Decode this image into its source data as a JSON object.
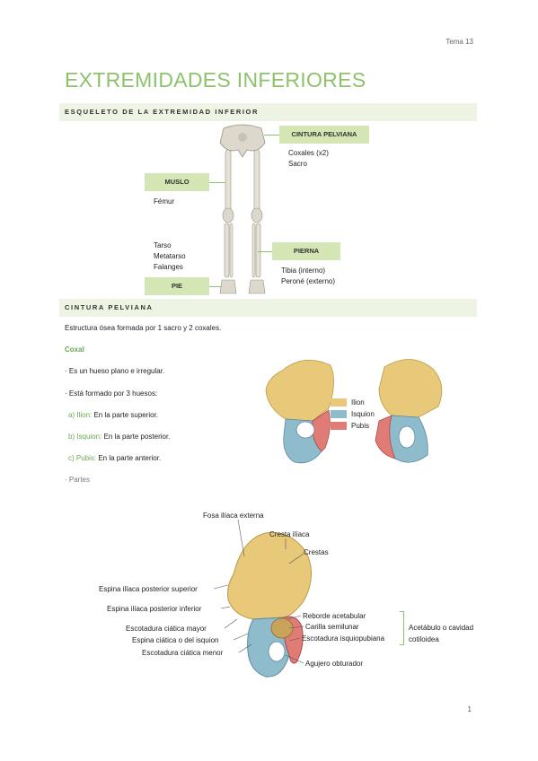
{
  "header": {
    "tema": "Tema 13"
  },
  "title": "EXTREMIDADES INFERIORES",
  "section1": {
    "heading": "ESQUELETO DE LA EXTREMIDAD INFERIOR",
    "cintura_box": "CINTURA PELVIANA",
    "cintura_items": [
      "Coxales (x2)",
      "Sacro"
    ],
    "muslo_box": "MUSLO",
    "muslo_item": "Fémur",
    "pierna_box": "PIERNA",
    "pierna_items": [
      "Tibia (interno)",
      "Peroné (externo)"
    ],
    "pie_items": [
      "Tarso",
      "Metatarso",
      "Falanges"
    ],
    "pie_box": "PIE"
  },
  "section2": {
    "heading": "CINTURA PELVIANA",
    "intro": "Estructura ósea formada por 1 sacro y 2 coxales.",
    "coxal_title": "Coxal",
    "bullet1": "· Es un hueso plano e irregular.",
    "bullet2": "· Está formado por 3 huesos:",
    "items": [
      {
        "prefix": "a) Ilion:",
        "text": " En la parte superior."
      },
      {
        "prefix": "b) Isquion:",
        "text": " En la parte posterior."
      },
      {
        "prefix": "c) Pubis:",
        "text": " En la parte anterior."
      }
    ],
    "partes": "· Partes",
    "legend": [
      {
        "label": "Ilion",
        "color": "#e8c97a"
      },
      {
        "label": "Isquion",
        "color": "#8fbccd"
      },
      {
        "label": "Pubis",
        "color": "#e07b76"
      }
    ]
  },
  "diagram_labels": {
    "fosa": "Fosa ilíaca externa",
    "cresta": "Cresta ilíaca",
    "crestas": "Crestas",
    "espina_sup": "Espina ilíaca posterior superior",
    "espina_inf": "Espina ilíaca posterior inferior",
    "esc_mayor": "Escotadura ciática mayor",
    "espina_ciatica": "Espina ciática o del isquion",
    "esc_menor": "Escotadura ciática menor",
    "reborde": "Reborde acetabular",
    "carilla": "Carilla semilunar",
    "esc_isquio": "Escotadura isquiopubiana",
    "agujero": "Agujero obturador",
    "acetabulo1": "Acetábulo o cavidad",
    "acetabulo2": "cotiloidea"
  },
  "page_number": "1"
}
